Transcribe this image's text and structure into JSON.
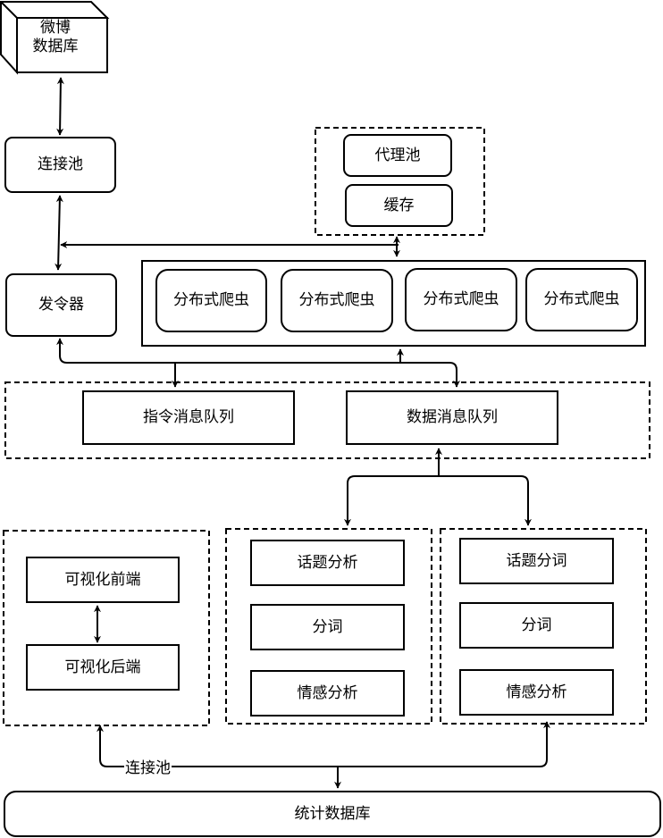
{
  "weibo_db": "微博\n数据库",
  "connection_pool_top": "连接池",
  "commander": "发令器",
  "proxy_pool": "代理池",
  "cache": "缓存",
  "crawlers": [
    "分布式爬虫",
    "分布式爬虫",
    "分布式爬虫",
    "分布式爬虫"
  ],
  "command_queue": "指令消息队列",
  "data_queue": "数据消息队列",
  "visualization": {
    "frontend": "可视化前端",
    "backend": "可视化后端"
  },
  "analysis_left": [
    "话题分析",
    "分词",
    "情感分析"
  ],
  "analysis_right": [
    "话题分词",
    "分词",
    "情感分析"
  ],
  "connection_pool_bottom": "连接池",
  "stats_db": "统计数据库"
}
